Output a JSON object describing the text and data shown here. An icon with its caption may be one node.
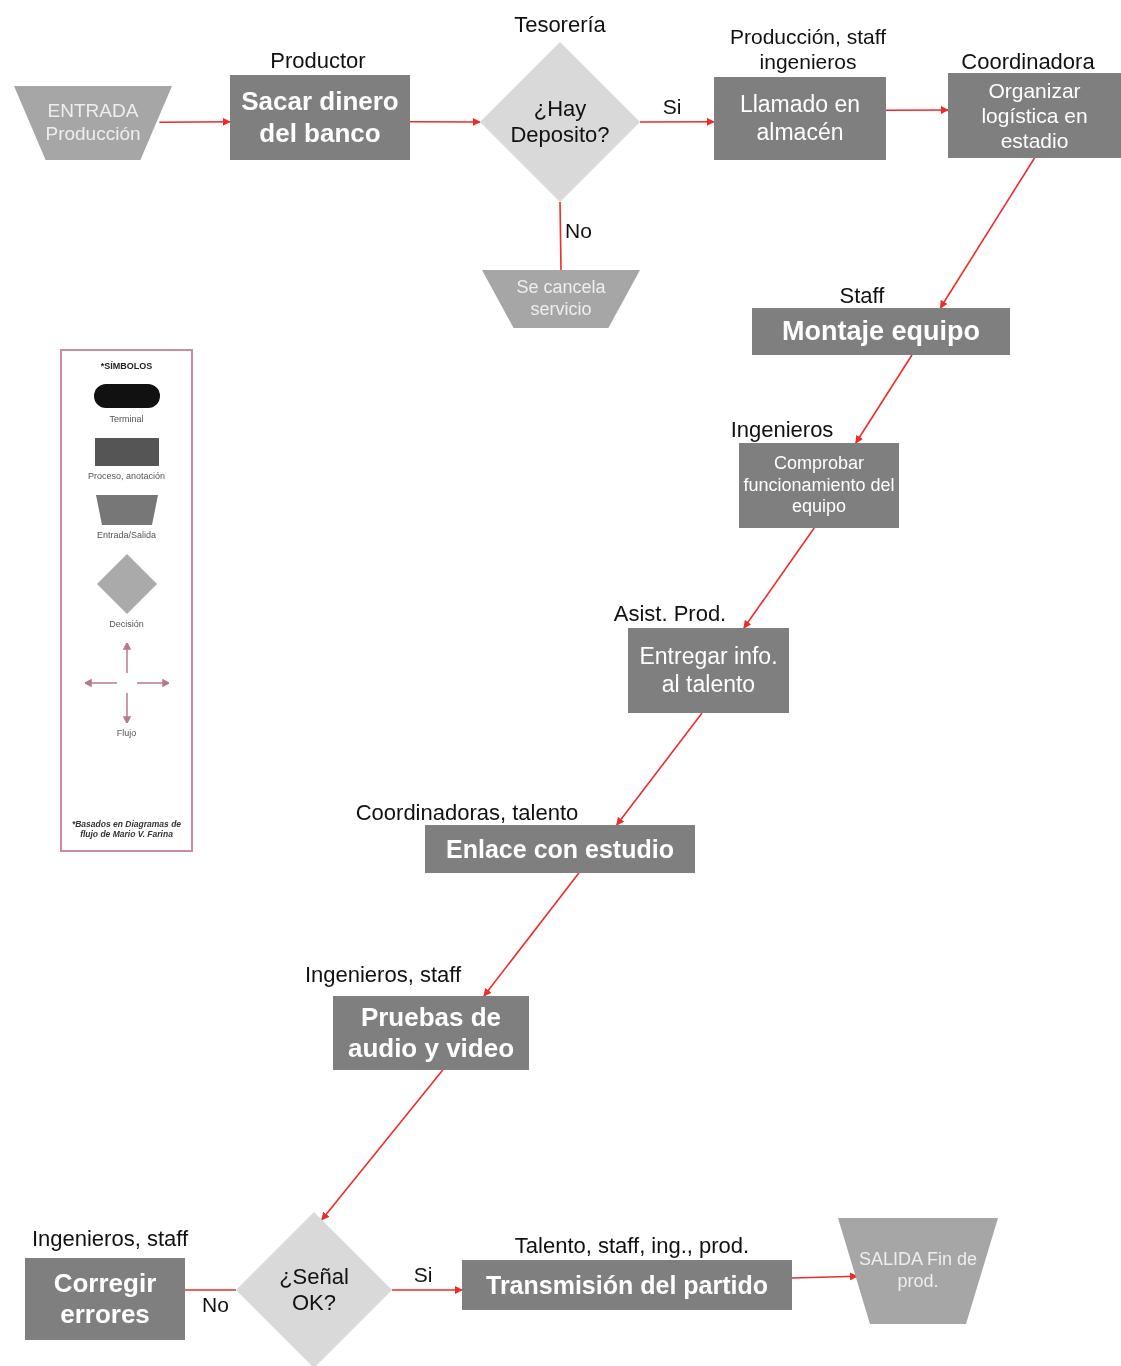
{
  "diagram": {
    "nodes": [
      {
        "text": [
          "ENTRADA Producción"
        ]
      },
      {
        "text": [
          "Productor",
          "Sacar dinero del banco"
        ]
      },
      {
        "text": [
          "Tesorería",
          "¿Hay Deposito?"
        ]
      },
      {
        "text": [
          "Se cancela servicio"
        ]
      },
      {
        "text": [
          "Producción, staff ingenieros",
          "Llamado en almacén"
        ]
      },
      {
        "text": [
          "Coordinadora",
          "Organizar logística en estadio"
        ]
      },
      {
        "text": [
          "Staff",
          "Montaje equipo"
        ]
      },
      {
        "text": [
          "Ingenieros",
          "Comprobar funcionamiento del equipo"
        ]
      },
      {
        "text": [
          "Asist. Prod.",
          "Entregar info. al talento"
        ]
      },
      {
        "text": [
          "Coordinadoras, talento",
          "Enlace con estudio"
        ]
      },
      {
        "text": [
          "Ingenieros, staff",
          "Pruebas de audio y video"
        ]
      },
      {
        "text": [
          "¿Señal OK?"
        ]
      },
      {
        "text": [
          "Ingenieros, staff",
          "Corregir errores"
        ]
      },
      {
        "text": [
          "Talento, staff, ing., prod.",
          "Transmisión del partido"
        ]
      },
      {
        "text": [
          "SALIDA Fin de prod."
        ]
      }
    ],
    "edges": [
      {
        "from": 0,
        "to": 1,
        "arrow": "to"
      },
      {
        "from": 1,
        "to": 2,
        "arrow": "to"
      },
      {
        "from": 2,
        "to": 4,
        "arrow": "to",
        "label": "Si"
      },
      {
        "from": 2,
        "to": 3,
        "arrow": "none",
        "label": "No"
      },
      {
        "from": 4,
        "to": 5,
        "arrow": "to"
      },
      {
        "from": 5,
        "to": 6,
        "arrow": "to"
      },
      {
        "from": 6,
        "to": 7,
        "arrow": "to"
      },
      {
        "from": 7,
        "to": 8,
        "arrow": "to"
      },
      {
        "from": 8,
        "to": 9,
        "arrow": "to"
      },
      {
        "from": 9,
        "to": 10,
        "arrow": "to"
      },
      {
        "from": 10,
        "to": 11,
        "arrow": "to"
      },
      {
        "from": 11,
        "to": 13,
        "arrow": "to",
        "label": "Si"
      },
      {
        "from": 11,
        "to": 12,
        "arrow": "none",
        "label": "No"
      },
      {
        "from": 13,
        "to": 14,
        "arrow": "to"
      }
    ],
    "labels": [
      "*SÍMBOLOS",
      "*Basados en Diagramas de flujo de Mario V. Farina"
    ],
    "legend": [
      {
        "text": "Terminal"
      },
      {
        "text": "Proceso, anotación"
      },
      {
        "text": "Entrada/Salida"
      },
      {
        "text": "Decisión"
      },
      {
        "text": "Flujo"
      }
    ]
  }
}
